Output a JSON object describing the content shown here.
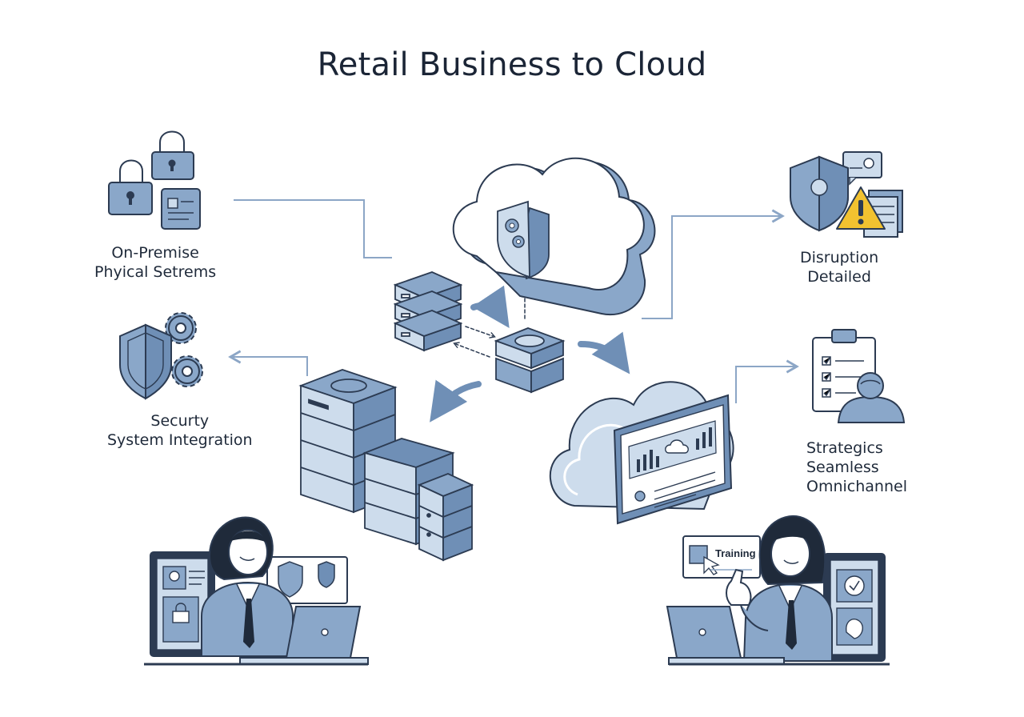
{
  "title": "Retail Business to Cloud",
  "labels": {
    "on_premise": [
      "On-Premise",
      "Phyical Setrems"
    ],
    "security": [
      "Securty",
      "System Integration"
    ],
    "disruption": [
      "Disruption",
      "Detailed"
    ],
    "strategics": [
      "Strategics",
      "Seamless",
      "Omnichannel"
    ]
  },
  "training_card": {
    "label": "Training"
  },
  "colors": {
    "ink": "#2c3b52",
    "fill": "#8aa7c9",
    "fill_dark": "#6f8fb6",
    "fill_light": "#cddcec",
    "connector": "#8ca6c6",
    "warning": "#f2c230"
  }
}
